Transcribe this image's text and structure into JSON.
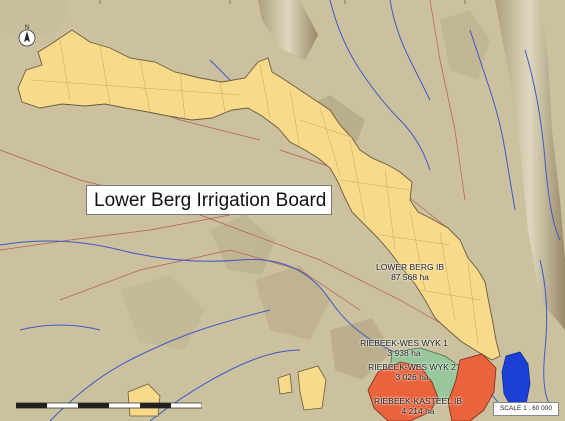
{
  "map": {
    "title": "Lower Berg Irrigation Board",
    "scale_label": "SCALE 1 : 60 000",
    "colors": {
      "terrain": "#cfc5a5",
      "irrigation_board": "#f9d98a",
      "riebeek_wes_wyk": "#97c79a",
      "riebeek_kasteel": "#e9643c",
      "dam": "#1c3fd6",
      "rivers": "#3d58c8",
      "roads": "#b65a5a"
    },
    "areas": [
      {
        "name": "LOWER BERG IB",
        "area": "87 568 ha"
      },
      {
        "name": "RIEBEEK-WES WYK 1",
        "area": "3 938 ha"
      },
      {
        "name": "RIEBEEK-WES WYK 2",
        "area": "3 026 ha"
      },
      {
        "name": "RIEBEEK-KASTEEL IB",
        "area": "4 214 ha"
      }
    ],
    "icons": {
      "north_arrow": "north-arrow-icon",
      "scale_bar": "scale-bar-icon"
    }
  }
}
